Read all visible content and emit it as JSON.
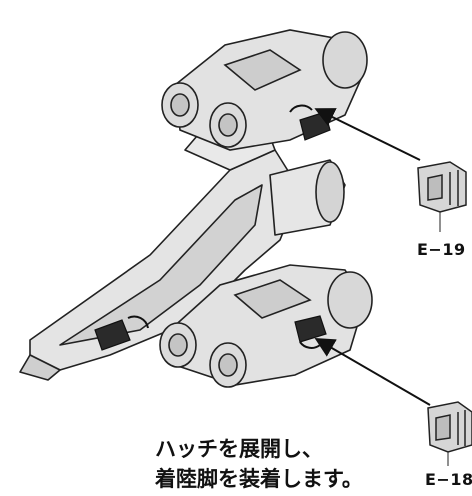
{
  "instruction": {
    "line1": "ハッチを展開し、",
    "line2": "着陸脚を装着します。"
  },
  "parts": [
    {
      "id": "E-19",
      "label": "E−19"
    },
    {
      "id": "E-18",
      "label": "E−18"
    }
  ],
  "colors": {
    "hull": "#e4e4e4",
    "hull_shade": "#c9c9c9",
    "outline": "#222222",
    "hatch": "#2a2a2a",
    "part": "#d6d6d6"
  }
}
